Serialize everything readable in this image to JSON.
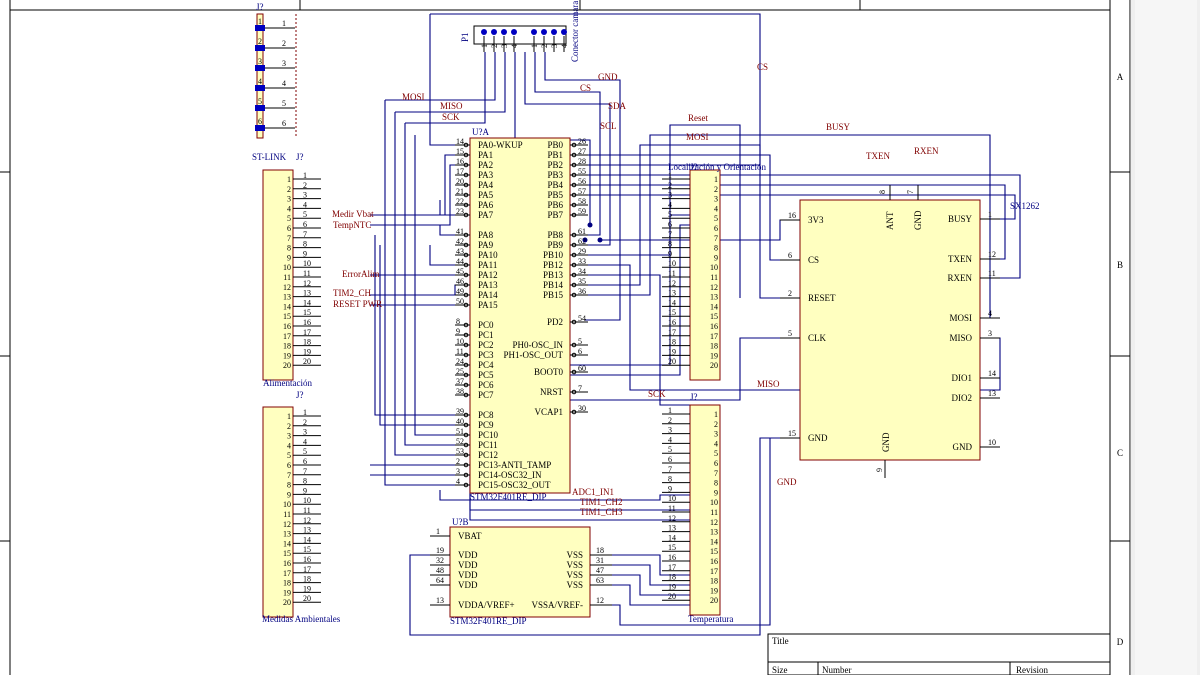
{
  "frame": {
    "zones_right": [
      "A",
      "B",
      "C",
      "D"
    ],
    "title_label": "Title",
    "size_label": "Size",
    "number_label": "Number",
    "revision_label": "Revision"
  },
  "components": {
    "st_link": {
      "ref_top": "J?",
      "name": "ST-LINK",
      "pins": [
        "1",
        "2",
        "3",
        "4",
        "5",
        "6"
      ]
    },
    "alimentacion": {
      "ref": "J?",
      "name": "Alimentación",
      "pins": [
        "1",
        "2",
        "3",
        "4",
        "5",
        "6",
        "7",
        "8",
        "9",
        "10",
        "11",
        "12",
        "13",
        "14",
        "15",
        "16",
        "17",
        "18",
        "19",
        "20"
      ]
    },
    "medidas": {
      "ref": "J?",
      "name": "Medidas Ambientales",
      "pins": [
        "1",
        "2",
        "3",
        "4",
        "5",
        "6",
        "7",
        "8",
        "9",
        "10",
        "11",
        "12",
        "13",
        "14",
        "15",
        "16",
        "17",
        "18",
        "19",
        "20"
      ]
    },
    "localizacion": {
      "ref": "J?",
      "name": "Localización y Orientación",
      "pins": [
        "1",
        "2",
        "3",
        "4",
        "5",
        "6",
        "7",
        "8",
        "9",
        "10",
        "11",
        "12",
        "13",
        "14",
        "15",
        "16",
        "17",
        "18",
        "19",
        "20"
      ]
    },
    "temperatura": {
      "ref": "J?",
      "name": "Temperatura",
      "pins": [
        "1",
        "2",
        "3",
        "4",
        "5",
        "6",
        "7",
        "8",
        "9",
        "10",
        "11",
        "12",
        "13",
        "14",
        "15",
        "16",
        "17",
        "18",
        "19",
        "20"
      ]
    },
    "p1": {
      "ref": "P1",
      "name": "Conector camara",
      "pins": [
        "1",
        "2",
        "3",
        "4",
        "1",
        "2",
        "3",
        "4"
      ]
    },
    "u7a": {
      "ref": "U?A",
      "part": "STM32F401RE_DIP",
      "left_pins": [
        {
          "num": "14",
          "name": "PA0-WKUP"
        },
        {
          "num": "15",
          "name": "PA1"
        },
        {
          "num": "16",
          "name": "PA2"
        },
        {
          "num": "17",
          "name": "PA3"
        },
        {
          "num": "20",
          "name": "PA4"
        },
        {
          "num": "21",
          "name": "PA5"
        },
        {
          "num": "22",
          "name": "PA6"
        },
        {
          "num": "23",
          "name": "PA7"
        },
        {
          "num": "41",
          "name": "PA8"
        },
        {
          "num": "42",
          "name": "PA9"
        },
        {
          "num": "43",
          "name": "PA10"
        },
        {
          "num": "44",
          "name": "PA11"
        },
        {
          "num": "45",
          "name": "PA12"
        },
        {
          "num": "46",
          "name": "PA13"
        },
        {
          "num": "49",
          "name": "PA14"
        },
        {
          "num": "50",
          "name": "PA15"
        },
        {
          "num": "8",
          "name": "PC0"
        },
        {
          "num": "9",
          "name": "PC1"
        },
        {
          "num": "10",
          "name": "PC2"
        },
        {
          "num": "11",
          "name": "PC3"
        },
        {
          "num": "24",
          "name": "PC4"
        },
        {
          "num": "25",
          "name": "PC5"
        },
        {
          "num": "37",
          "name": "PC6"
        },
        {
          "num": "38",
          "name": "PC7"
        },
        {
          "num": "39",
          "name": "PC8"
        },
        {
          "num": "40",
          "name": "PC9"
        },
        {
          "num": "51",
          "name": "PC10"
        },
        {
          "num": "52",
          "name": "PC11"
        },
        {
          "num": "53",
          "name": "PC12"
        },
        {
          "num": "2",
          "name": "PC13-ANTI_TAMP"
        },
        {
          "num": "3",
          "name": "PC14-OSC32_IN"
        },
        {
          "num": "4",
          "name": "PC15-OSC32_OUT"
        }
      ],
      "right_pins": [
        {
          "num": "26",
          "name": "PB0"
        },
        {
          "num": "27",
          "name": "PB1"
        },
        {
          "num": "28",
          "name": "PB2"
        },
        {
          "num": "55",
          "name": "PB3"
        },
        {
          "num": "56",
          "name": "PB4"
        },
        {
          "num": "57",
          "name": "PB5"
        },
        {
          "num": "58",
          "name": "PB6"
        },
        {
          "num": "59",
          "name": "PB7"
        },
        {
          "num": "61",
          "name": "PB8"
        },
        {
          "num": "62",
          "name": "PB9"
        },
        {
          "num": "29",
          "name": "PB10"
        },
        {
          "num": "33",
          "name": "PB12"
        },
        {
          "num": "34",
          "name": "PB13"
        },
        {
          "num": "35",
          "name": "PB14"
        },
        {
          "num": "36",
          "name": "PB15"
        },
        {
          "num": "54",
          "name": "PD2"
        },
        {
          "num": "5",
          "name": "PH0-OSC_IN"
        },
        {
          "num": "6",
          "name": "PH1-OSC_OUT"
        },
        {
          "num": "60",
          "name": "BOOT0"
        },
        {
          "num": "7",
          "name": "NRST"
        },
        {
          "num": "30",
          "name": "VCAP1"
        }
      ]
    },
    "u7b": {
      "ref": "U?B",
      "part": "STM32F401RE_DIP",
      "left_pins": [
        {
          "num": "1",
          "name": "VBAT"
        },
        {
          "num": "19",
          "name": "VDD"
        },
        {
          "num": "32",
          "name": "VDD"
        },
        {
          "num": "48",
          "name": "VDD"
        },
        {
          "num": "64",
          "name": "VDD"
        },
        {
          "num": "13",
          "name": "VDDA/VREF+"
        }
      ],
      "right_pins": [
        {
          "num": "18",
          "name": "VSS"
        },
        {
          "num": "31",
          "name": "VSS"
        },
        {
          "num": "47",
          "name": "VSS"
        },
        {
          "num": "63",
          "name": "VSS"
        },
        {
          "num": "12",
          "name": "VSSA/VREF-"
        }
      ]
    },
    "sx1262": {
      "ref": "SX1262",
      "top_pins": [
        {
          "num": "8",
          "name": "ANT"
        },
        {
          "num": "7",
          "name": "GND"
        }
      ],
      "bottom_pin": {
        "num": "9",
        "name": "GND"
      },
      "left_pins": [
        {
          "num": "16",
          "name": "3V3"
        },
        {
          "num": "6",
          "name": "CS"
        },
        {
          "num": "2",
          "name": "RESET"
        },
        {
          "num": "5",
          "name": "CLK"
        },
        {
          "num": "15",
          "name": "GND"
        }
      ],
      "right_pins": [
        {
          "num": "1",
          "name": "BUSY"
        },
        {
          "num": "12",
          "name": "TXEN"
        },
        {
          "num": "11",
          "name": "RXEN"
        },
        {
          "num": "4",
          "name": "MOSI"
        },
        {
          "num": "3",
          "name": "MISO"
        },
        {
          "num": "14",
          "name": "DIO1"
        },
        {
          "num": "13",
          "name": "DIO2"
        },
        {
          "num": "10",
          "name": "GND"
        }
      ]
    }
  },
  "net_labels": {
    "mosi_top": "MOSI",
    "miso_top": "MISO",
    "sck_top": "SCK",
    "gnd_top": "GND",
    "cs_top": "CS",
    "sda": "SDA",
    "scl": "SCL",
    "cs_right": "CS",
    "reset": "Reset",
    "mosi_mid": "MOSI",
    "busy": "BUSY",
    "txen": "TXEN",
    "rxen": "RXEN",
    "medir_vbat": "Medir Vbat",
    "temp_ntc": "TempNTC",
    "error_alim": "ErrorAlim",
    "tim2_ch": "TIM2_CH",
    "reset_pwr": "RESET PWR",
    "miso_low": "MISO",
    "sck_low": "SCK",
    "adc1_in1": "ADC1_IN1",
    "tim1_ch2": "TIM1_CH2",
    "tim1_ch3": "TIM1_CH3",
    "gnd_low": "GND"
  }
}
